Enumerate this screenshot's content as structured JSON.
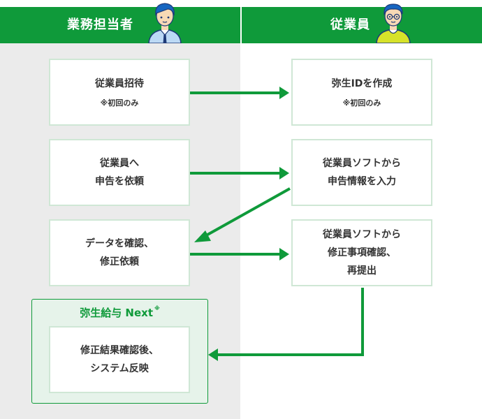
{
  "header": {
    "left_label": "業務担当者",
    "right_label": "従業員"
  },
  "boxes": {
    "invite": {
      "title": "従業員招待",
      "note": "※初回のみ"
    },
    "create_id": {
      "title": "弥生IDを作成",
      "note": "※初回のみ"
    },
    "request": {
      "title": "従業員へ\n申告を依頼"
    },
    "input": {
      "title": "従業員ソフトから\n申告情報を入力"
    },
    "review": {
      "title": "データを確認、\n修正依頼"
    },
    "resubmit": {
      "title": "従業員ソフトから\n修正事項確認、\n再提出"
    },
    "reflect": {
      "title": "修正結果確認後、\nシステム反映"
    }
  },
  "next_group": {
    "title": "弥生給与 Next",
    "mark": "※"
  },
  "colors": {
    "accent": "#0f9a3a",
    "box_border": "#cfe7d5",
    "left_bg": "#ebebeb"
  },
  "icons": {
    "left_avatar": "businessman-avatar-icon",
    "right_avatar": "employee-avatar-icon"
  }
}
